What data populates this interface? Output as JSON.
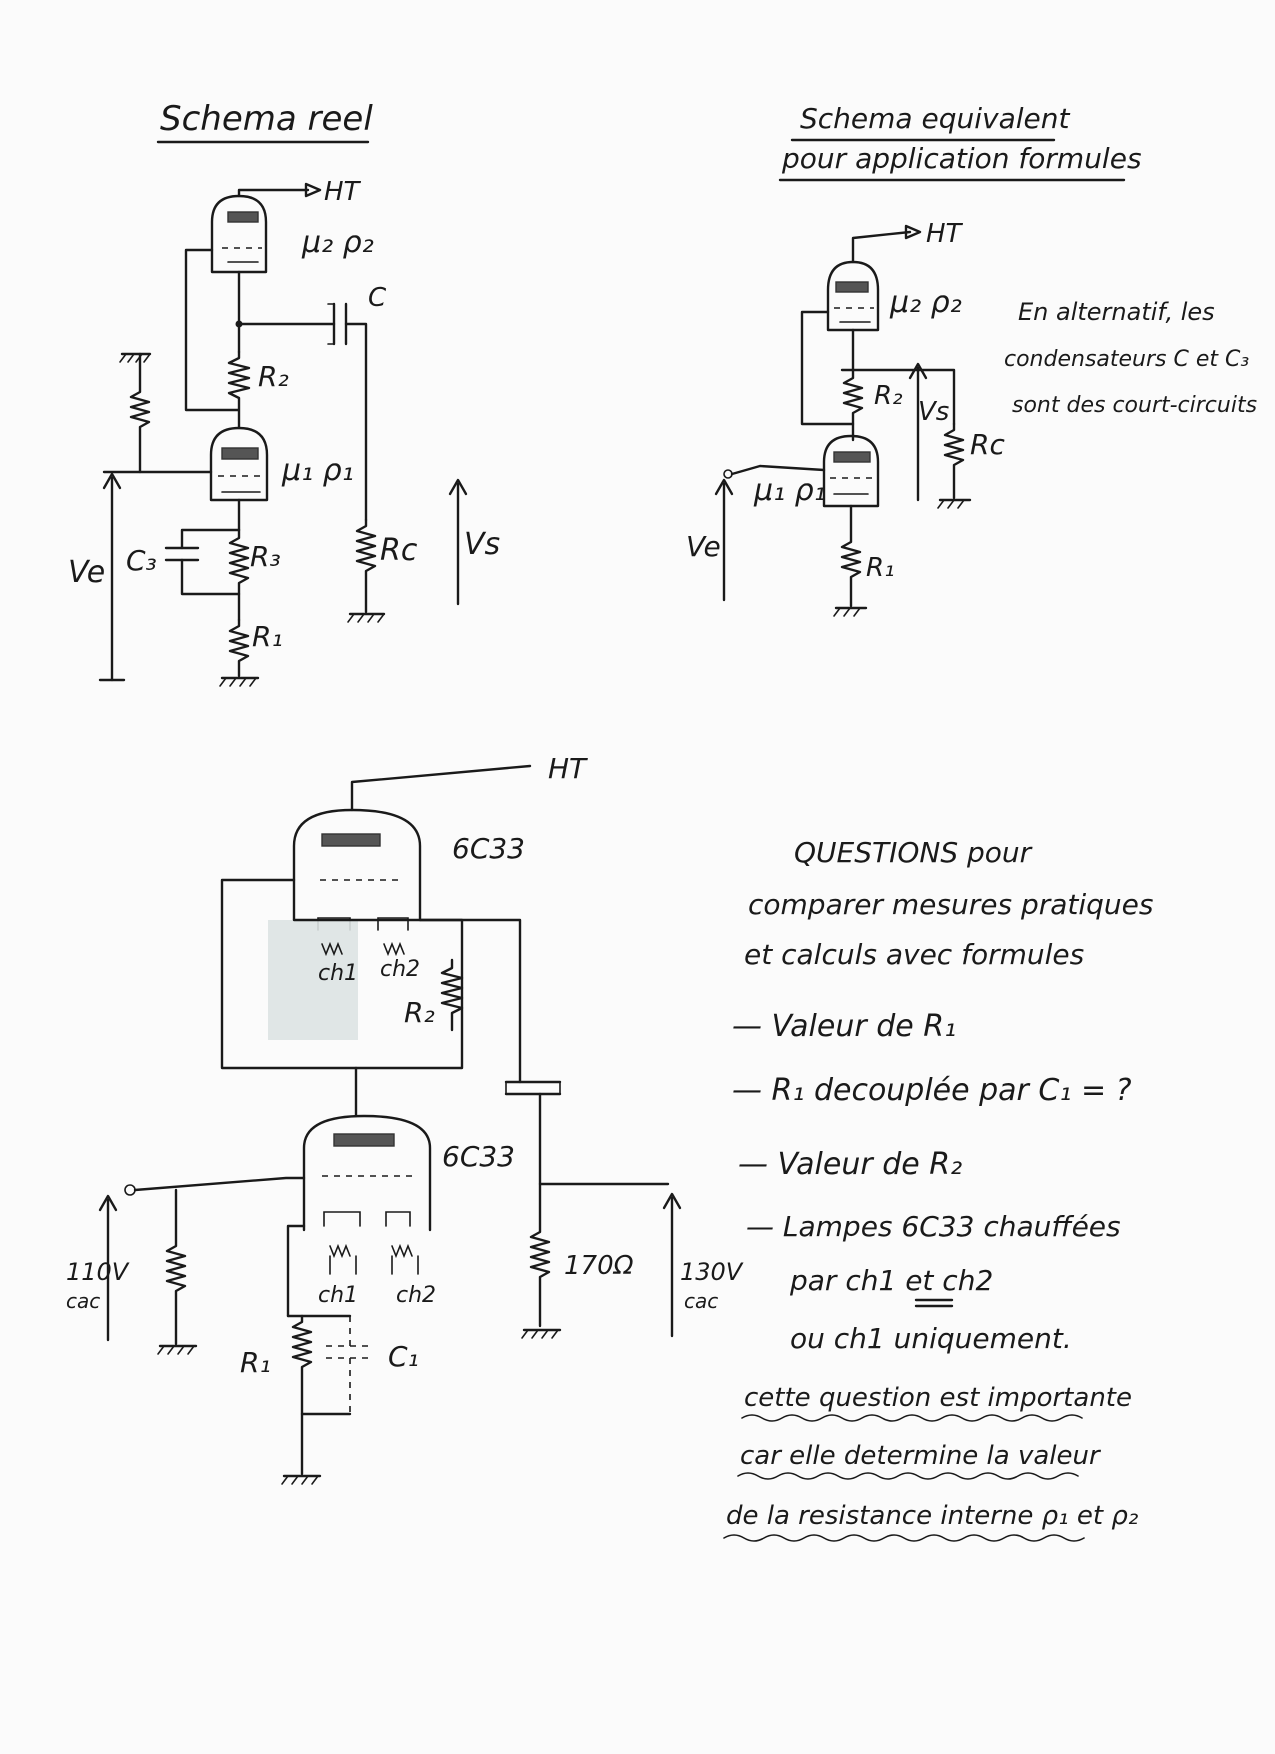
{
  "diagram_1": {
    "title": "Schema reel",
    "labels": {
      "ht": "HT",
      "tube_top": "μ₂ ρ₂",
      "tube_bottom": "μ₁ ρ₁",
      "cap_c": "C",
      "r2": "R₂",
      "c3": "C₃",
      "r3": "R₃",
      "r1": "R₁",
      "rc": "Rc",
      "ve": "Ve",
      "vs": "Vs"
    }
  },
  "diagram_2": {
    "title_line1": "Schema equivalent",
    "title_line2": "pour application formules",
    "note_lines": [
      "En alternatif, les",
      "condensateurs C et C₃",
      "sont des court-circuits"
    ],
    "labels": {
      "ht": "HT",
      "tube_top": "μ₂ ρ₂",
      "tube_bottom": "μ₁ ρ₁",
      "r2": "R₂",
      "vs": "Vs",
      "rc": "Rc",
      "ve": "Ve",
      "r1": "R₁"
    }
  },
  "diagram_3": {
    "labels": {
      "ht": "HT",
      "tube_top": "6C33",
      "tube_bottom": "6C33",
      "ch1_top": "ch1",
      "ch2_top": "ch2",
      "r2": "R₂",
      "ch1_bottom": "ch1",
      "ch2_bottom": "ch2",
      "r1": "R₁",
      "c1": "C₁",
      "in_v": "110V",
      "in_unit": "cac",
      "res_out": "170Ω",
      "out_v": "130V",
      "out_unit": "cac"
    }
  },
  "questions": {
    "heading": "QUESTIONS pour",
    "intro": [
      "comparer mesures pratiques",
      "et calculs avec formules"
    ],
    "items": [
      "— Valeur de R₁",
      "— R₁ decouplée par C₁ = ?",
      "— Valeur de R₂",
      "— Lampes 6C33 chauffées",
      "par ch1 et ch2",
      "ou ch1 uniquement."
    ],
    "emphasis": [
      "cette question est importante",
      "car elle determine la valeur",
      "de la resistance interne ρ₁ et ρ₂"
    ]
  }
}
